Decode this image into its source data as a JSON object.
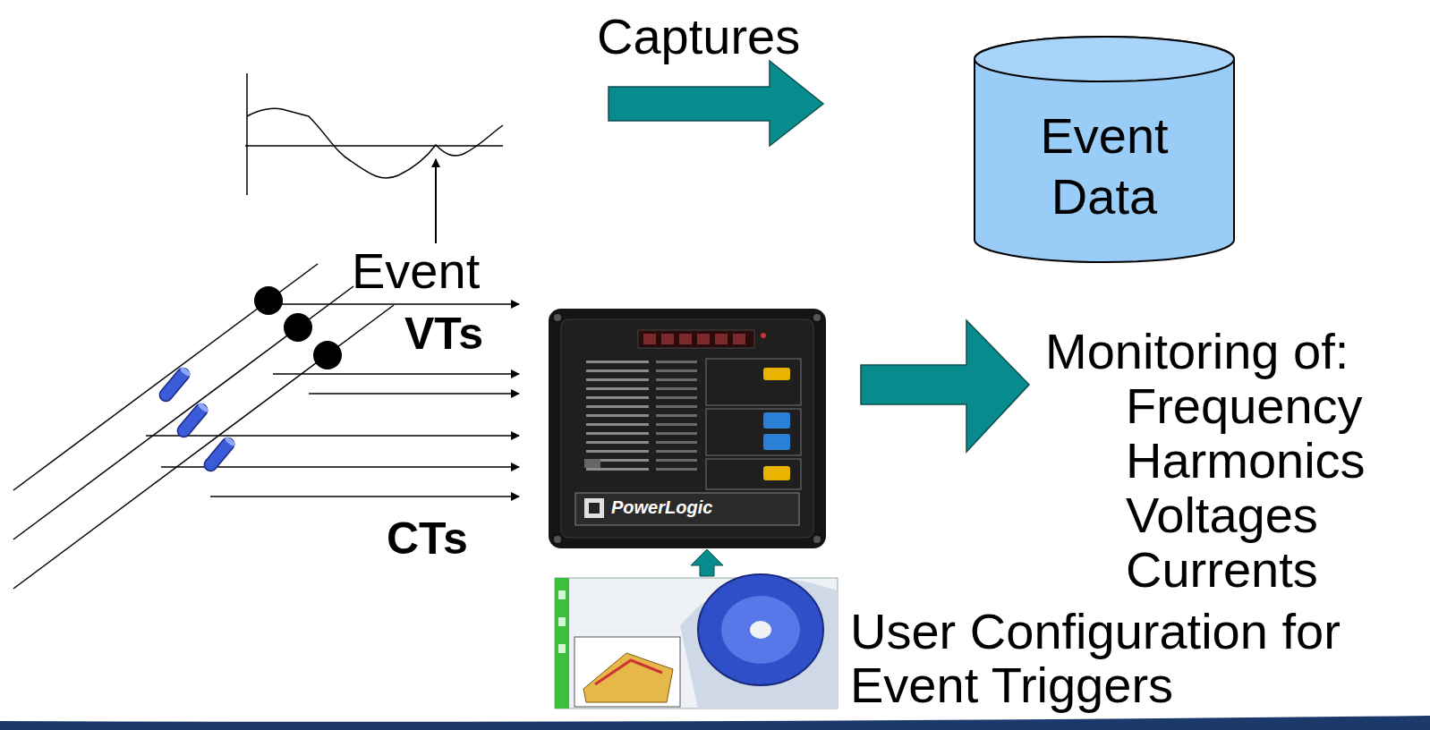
{
  "diagram": {
    "nodes": [
      {
        "text": [
          "Event Data"
        ]
      },
      {
        "text": [
          "PowerLogic"
        ]
      }
    ],
    "labels": [
      "Captures",
      "Event",
      "VTs",
      "CTs",
      "Monitoring of:",
      "Frequency",
      "Harmonics",
      "Voltages",
      "Currents",
      "User Configuration for Event Triggers"
    ]
  }
}
